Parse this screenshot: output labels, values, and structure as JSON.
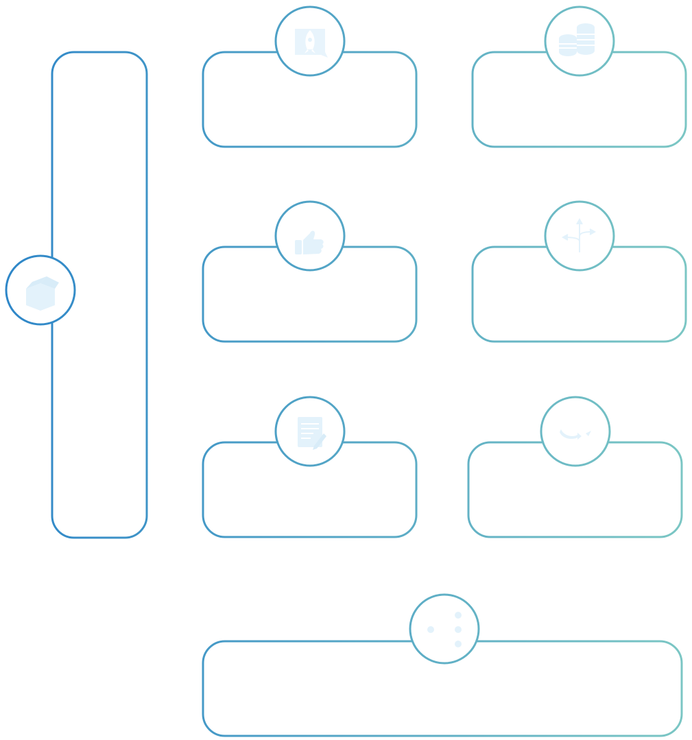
{
  "diagram": {
    "theme": {
      "stroke_start": "#2e86c8",
      "stroke_end": "#7cc7c4",
      "icon_fill": "#e3f2fb",
      "background": "#ffffff"
    },
    "main_panel": {
      "icon": "open-box-icon",
      "label": ""
    },
    "cards": [
      {
        "id": "card-1",
        "icon": "rocket-launch-icon",
        "label": ""
      },
      {
        "id": "card-2",
        "icon": "coin-stack-icon",
        "label": ""
      },
      {
        "id": "card-3",
        "icon": "thumbs-up-icon",
        "label": ""
      },
      {
        "id": "card-4",
        "icon": "direction-arrows-icon",
        "label": ""
      },
      {
        "id": "card-5",
        "icon": "clipboard-pencil-icon",
        "label": ""
      },
      {
        "id": "card-6",
        "icon": "cycle-arrows-icon",
        "label": ""
      },
      {
        "id": "card-7",
        "icon": "dots-icon",
        "label": ""
      }
    ]
  }
}
